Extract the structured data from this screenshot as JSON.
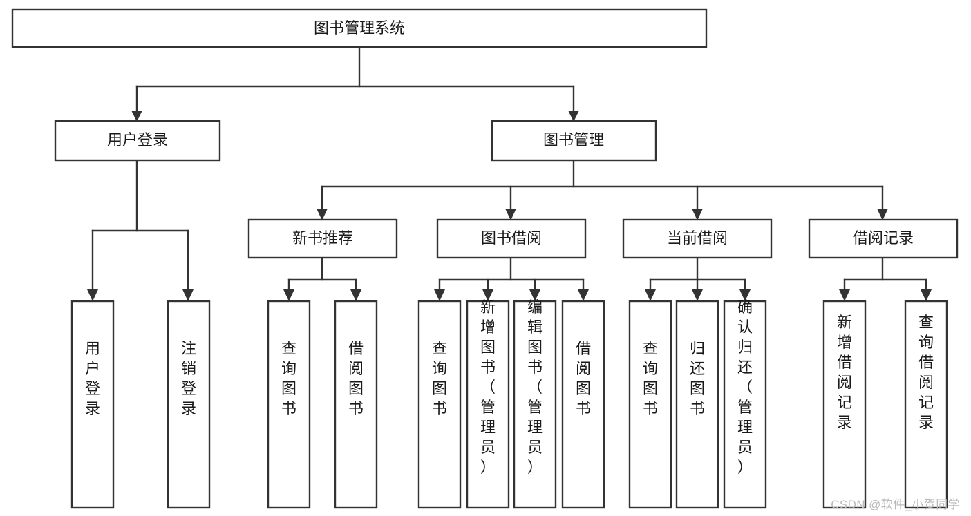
{
  "diagram": {
    "type": "tree-hierarchy-chart",
    "title": "图书管理系统",
    "watermark": "CSDN @软件_小贺同学",
    "colors": {
      "box_stroke": "#333333",
      "box_fill": "#ffffff",
      "text": "#1a1a1a",
      "background": "#ffffff",
      "watermark": "#b9b9b9"
    },
    "root": {
      "label": "图书管理系统",
      "orientation": "horizontal"
    },
    "level2": [
      {
        "label": "用户登录",
        "orientation": "horizontal"
      },
      {
        "label": "图书管理",
        "orientation": "horizontal"
      }
    ],
    "level3": [
      {
        "label": "新书推荐",
        "orientation": "horizontal"
      },
      {
        "label": "图书借阅",
        "orientation": "horizontal"
      },
      {
        "label": "当前借阅",
        "orientation": "horizontal"
      },
      {
        "label": "借阅记录",
        "orientation": "horizontal"
      }
    ],
    "leaves": {
      "user_login": [
        {
          "label": "用户登录",
          "orientation": "vertical"
        },
        {
          "label": "注销登录",
          "orientation": "vertical"
        }
      ],
      "new_book_recommend": [
        {
          "label": "查询图书",
          "orientation": "vertical"
        },
        {
          "label": "借阅图书",
          "orientation": "vertical"
        }
      ],
      "book_borrow": [
        {
          "label": "查询图书",
          "orientation": "vertical"
        },
        {
          "label": "新增图书（管理员）",
          "orientation": "vertical"
        },
        {
          "label": "编辑图书（管理员）",
          "orientation": "vertical"
        },
        {
          "label": "借阅图书",
          "orientation": "vertical"
        }
      ],
      "current_borrow": [
        {
          "label": "查询图书",
          "orientation": "vertical"
        },
        {
          "label": "归还图书",
          "orientation": "vertical"
        },
        {
          "label": "确认归还（管理员）",
          "orientation": "vertical"
        }
      ],
      "borrow_record": [
        {
          "label": "新增借阅记录",
          "orientation": "vertical"
        },
        {
          "label": "查询借阅记录",
          "orientation": "vertical"
        }
      ]
    }
  }
}
